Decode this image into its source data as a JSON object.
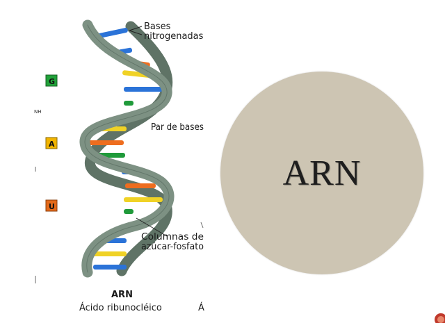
{
  "diagram": {
    "label_bases": [
      "Bases",
      "nitrogenadas"
    ],
    "label_base_pair": "Par de bases",
    "label_backbone": [
      "Columnas de",
      "azúcar-fosfato"
    ],
    "caption_title": "ARN",
    "caption_subtitle": "Ácido ribunocléico",
    "caption_fragment": "Á",
    "legend_letters": [
      "G",
      "A",
      "U"
    ],
    "legend_colors": [
      "#22a33a",
      "#f2b400",
      "#e46a1a"
    ],
    "nh2_fragment": "NH",
    "colors": {
      "backbone": "#7d9183",
      "blue": "#2b73d8",
      "orange": "#ee6d1f",
      "yellow": "#f0d226",
      "green": "#1f9a3a"
    }
  },
  "title": {
    "text": "ARN",
    "circle_color": "#cdc5b3"
  }
}
